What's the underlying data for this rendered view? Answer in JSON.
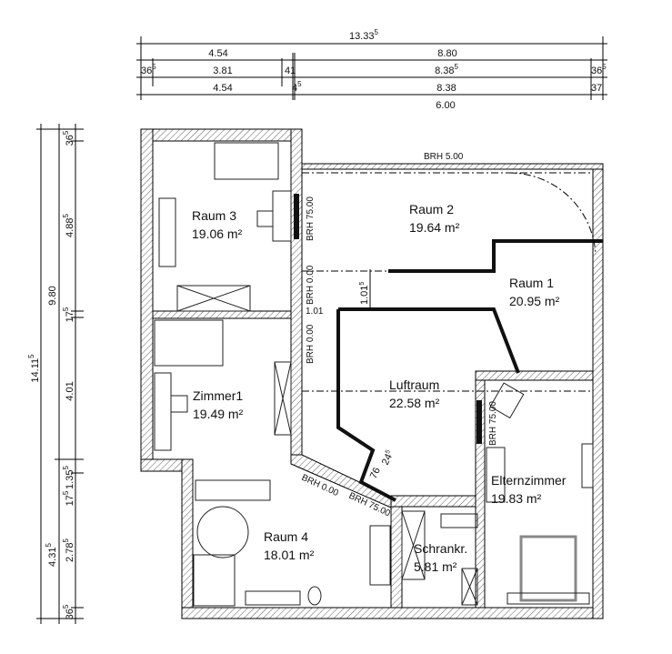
{
  "dimensions": {
    "top": {
      "overall": {
        "main": "13.33",
        "sup": "5"
      },
      "row1": [
        {
          "main": "4.54",
          "sup": ""
        },
        {
          "main": "8.80",
          "sup": ""
        }
      ],
      "row2": [
        {
          "main": "36",
          "sup": "5"
        },
        {
          "main": "3.81",
          "sup": ""
        },
        {
          "main": "41",
          "sup": ""
        },
        {
          "main": "8.38",
          "sup": "5"
        },
        {
          "main": "36",
          "sup": "5"
        }
      ],
      "row3": [
        {
          "main": "4.54",
          "sup": ""
        },
        {
          "main": "4",
          "sup": "5"
        },
        {
          "main": "8.38",
          "sup": ""
        },
        {
          "main": "37",
          "sup": ""
        }
      ],
      "row4": [
        {
          "main": "6.00",
          "sup": ""
        }
      ]
    },
    "left": {
      "overall": {
        "main": "14.11",
        "sup": "5"
      },
      "middle": [
        {
          "main": "9.80",
          "sup": ""
        },
        {
          "main": "4.31",
          "sup": "5"
        }
      ],
      "inner": [
        {
          "main": "36",
          "sup": "5"
        },
        {
          "main": "4.88",
          "sup": "5"
        },
        {
          "main": "17",
          "sup": "5"
        },
        {
          "main": "4.01",
          "sup": ""
        },
        {
          "main": "1.35",
          "sup": "5"
        },
        {
          "main": "17",
          "sup": "5"
        },
        {
          "main": "2.78",
          "sup": "5"
        },
        {
          "main": "36",
          "sup": "5"
        }
      ]
    }
  },
  "rooms": [
    {
      "name": "Raum 3",
      "area": "19.06 m²"
    },
    {
      "name": "Raum 2",
      "area": "19.64 m²"
    },
    {
      "name": "Raum 1",
      "area": "20.95 m²"
    },
    {
      "name": "Zimmer1",
      "area": "19.49 m²"
    },
    {
      "name": "Luftraum",
      "area": "22.58 m²"
    },
    {
      "name": "Elternzimmer",
      "area": "19.83 m²"
    },
    {
      "name": "Raum 4",
      "area": "18.01 m²"
    },
    {
      "name": "Schrankr.",
      "area": "5.81 m²"
    }
  ],
  "annotations": {
    "brh_top": "BRH 5.00",
    "brh_raum3_window": "BRH 75.00",
    "brh_door_upper": "BRH 0.00",
    "brh_door_lower": "BRH 0.00",
    "brh_eltern_window": "BRH 75.00",
    "brh_diag_door": "BRH 0.00",
    "brh_diag_window": "BRH 75.00",
    "gap_dim": {
      "main": "1.01",
      "sup": "5"
    },
    "small_dim": "1.01",
    "stair_dim_a": "76",
    "stair_dim_b": {
      "main": "24",
      "sup": "5"
    }
  }
}
